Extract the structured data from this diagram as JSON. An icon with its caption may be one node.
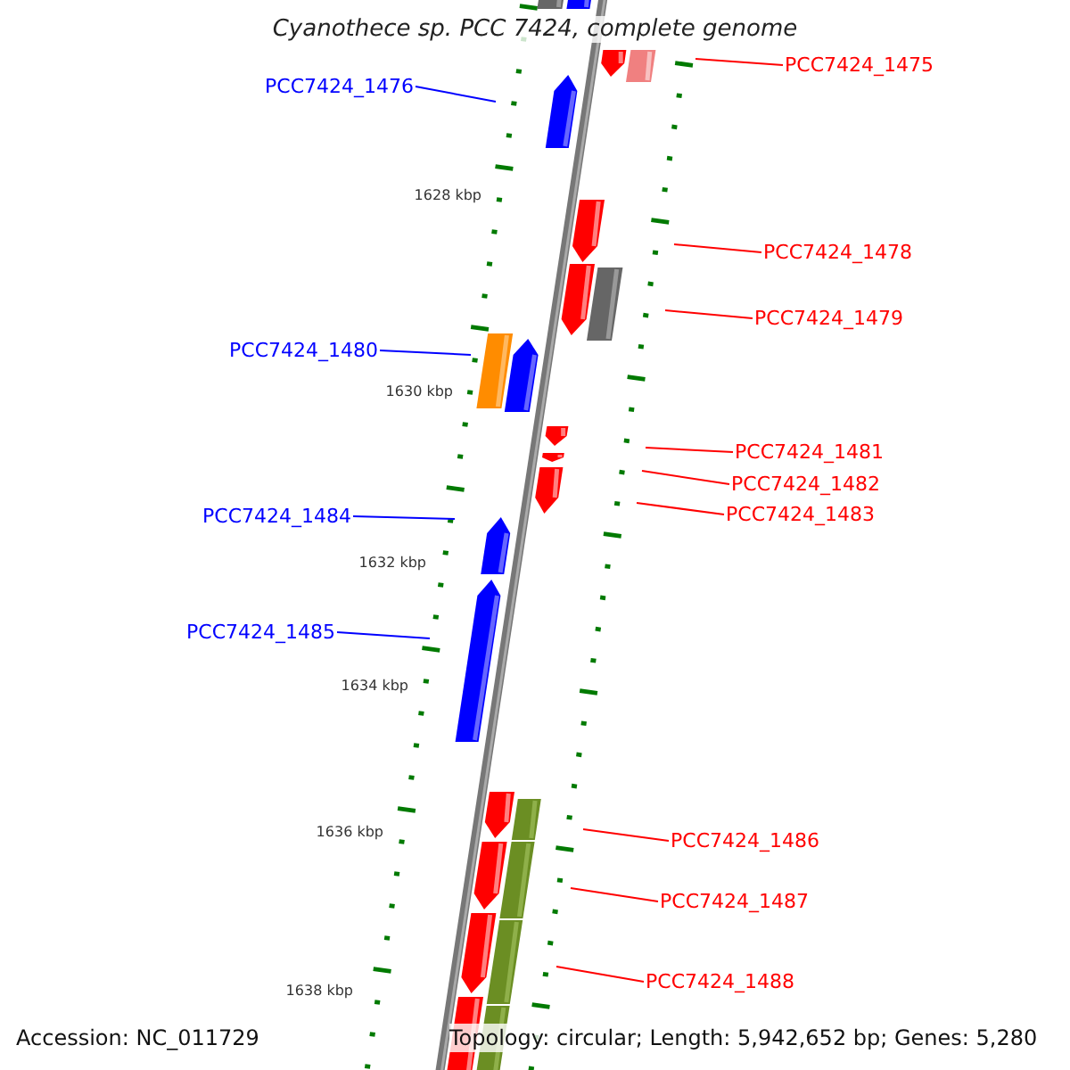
{
  "diagram": {
    "title": "Cyanothece sp. PCC 7424, complete genome",
    "nodes": [
      {
        "text": [
          "PCC7424_1475"
        ]
      },
      {
        "text": [
          "PCC7424_1476"
        ]
      },
      {
        "text": [
          "PCC7424_1478"
        ]
      },
      {
        "text": [
          "PCC7424_1479"
        ]
      },
      {
        "text": [
          "PCC7424_1480"
        ]
      },
      {
        "text": [
          "PCC7424_1481"
        ]
      },
      {
        "text": [
          "PCC7424_1482"
        ]
      },
      {
        "text": [
          "PCC7424_1483"
        ]
      },
      {
        "text": [
          "PCC7424_1484"
        ]
      },
      {
        "text": [
          "PCC7424_1485"
        ]
      },
      {
        "text": [
          "PCC7424_1486"
        ]
      },
      {
        "text": [
          "PCC7424_1487"
        ]
      },
      {
        "text": [
          "PCC7424_1488"
        ]
      }
    ],
    "edges": [
      {
        "from": 0,
        "to": null,
        "arrow": "none"
      },
      {
        "from": 1,
        "to": null,
        "arrow": "none",
        "color": "#0000ff"
      },
      {
        "from": 2,
        "to": null,
        "arrow": "none"
      },
      {
        "from": 3,
        "to": null,
        "arrow": "none"
      },
      {
        "from": 4,
        "to": null,
        "arrow": "none",
        "color": "#0000ff"
      },
      {
        "from": 5,
        "to": null,
        "arrow": "none"
      },
      {
        "from": 6,
        "to": null,
        "arrow": "none"
      },
      {
        "from": 7,
        "to": null,
        "arrow": "none"
      },
      {
        "from": 8,
        "to": null,
        "arrow": "none",
        "color": "#0000ff"
      },
      {
        "from": 9,
        "to": null,
        "arrow": "none",
        "color": "#0000ff"
      },
      {
        "from": 10,
        "to": null,
        "arrow": "none"
      },
      {
        "from": 11,
        "to": null,
        "arrow": "none"
      },
      {
        "from": 12,
        "to": null,
        "arrow": "none"
      }
    ],
    "labels": [
      "1628 kbp",
      "1630 kbp",
      "1632 kbp",
      "1634 kbp",
      "1636 kbp",
      "1638 kbp",
      "Accession: NC_011729",
      "Topology: circular; Length: 5,942,652 bp; Genes: 5,280"
    ]
  }
}
